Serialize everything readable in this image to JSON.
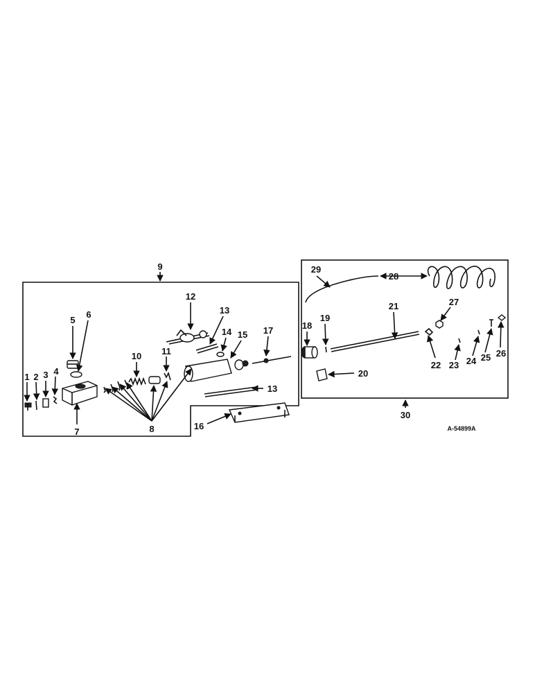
{
  "callouts": {
    "c1": "1",
    "c2": "2",
    "c3": "3",
    "c4": "4",
    "c5": "5",
    "c6": "6",
    "c7": "7",
    "c8": "8",
    "c9": "9",
    "c10": "10",
    "c11": "11",
    "c12": "12",
    "c13a": "13",
    "c13b": "13",
    "c14": "14",
    "c15": "15",
    "c16": "16",
    "c17": "17",
    "c18": "18",
    "c19": "19",
    "c20": "20",
    "c21": "21",
    "c22": "22",
    "c23": "23",
    "c24": "24",
    "c25": "25",
    "c26": "26",
    "c27": "27",
    "c28": "28",
    "c29": "29",
    "c30": "30"
  },
  "figure_id": "A-54899A"
}
